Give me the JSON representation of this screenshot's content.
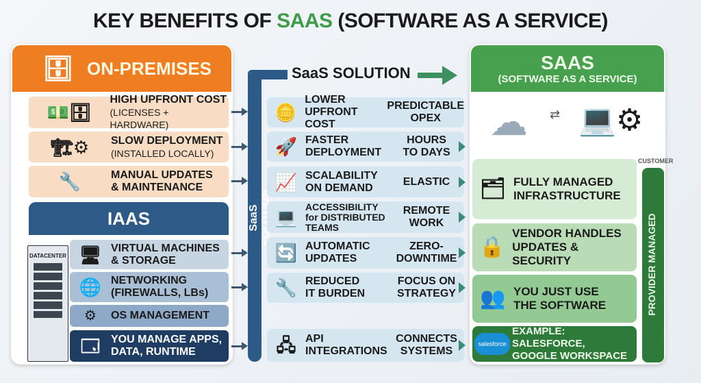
{
  "title": {
    "pre": "KEY BENEFITS OF ",
    "highlight": "SAAS",
    "post": " (SOFTWARE AS A SERVICE)"
  },
  "colors": {
    "orange": "#ef7d22",
    "peach": "#f8dcc4",
    "iaas_blue": "#2d5a87",
    "saas_green": "#46a04d",
    "dark_green": "#2e7a3a",
    "solution_blue": "#d5e6f1"
  },
  "onprem": {
    "header": "ON-PREMISES",
    "icon": "server-lock-icon",
    "rows": [
      {
        "icon": "money-server-icon",
        "title": "HIGH UPFRONT COST",
        "sub": "(LICENSES + HARDWARE)"
      },
      {
        "icon": "crane-gears-icon",
        "title": "SLOW DEPLOYMENT",
        "sub": "(INSTALLED LOCALLY)"
      },
      {
        "icon": "hand-wrench-icon",
        "title": "MANUAL UPDATES",
        "title2": "& MAINTENANCE"
      }
    ]
  },
  "iaas": {
    "header": "IAAS",
    "datacenter": "DATACENTER",
    "rows": [
      {
        "icon": "monitor-cube-icon",
        "line1": "VIRTUAL MACHINES",
        "line2": "& STORAGE"
      },
      {
        "icon": "globe-firewall-icon",
        "line1": "NETWORKING",
        "line2": "(FIREWALLS, LBs)"
      },
      {
        "icon": "gear-icon",
        "line1": "OS MANAGEMENT"
      },
      {
        "icon": "window-database-icon",
        "line1": "YOU MANAGE APPS,",
        "line2": "DATA, RUNTIME"
      }
    ]
  },
  "solution": {
    "label": "SaaS SOLUTION",
    "vertical": "SaaS SOLUTION",
    "rows": [
      {
        "icon": "coins-icon",
        "l1": "LOWER",
        "l2": "UPFRONT COST",
        "r1": "PREDICTABLE",
        "r2": "OPEX"
      },
      {
        "icon": "rocket-icon",
        "l1": "FASTER",
        "l2": "DEPLOYMENT",
        "r1": "HOURS",
        "r2": "TO DAYS"
      },
      {
        "icon": "growth-chart-icon",
        "l1": "SCALABILITY",
        "l2": "ON DEMAND",
        "r1": "ELASTIC",
        "r2": ""
      },
      {
        "icon": "devices-icon",
        "l1": "ACCESSIBILITY",
        "l2": "for DISTRIBUTED",
        "l3": "TEAMS",
        "r1": "REMOTE",
        "r2": "WORK"
      },
      {
        "icon": "sync-icon",
        "l1": "AUTOMATIC",
        "l2": "UPDATES",
        "r1": "ZERO-",
        "r2": "DOWNTIME"
      },
      {
        "icon": "tools-people-icon",
        "l1": "REDUCED",
        "l2": "IT BURDEN",
        "r1": "FOCUS ON",
        "r2": "STRATEGY"
      },
      {
        "icon": "network-tree-icon",
        "l1": "API",
        "l2": "INTEGRATIONS",
        "r1": "CONNECTS",
        "r2": "SYSTEMS"
      }
    ]
  },
  "saas": {
    "header": "SAAS",
    "subheader": "(SOFTWARE AS A SERVICE)",
    "customer": "CUSTOMER",
    "provider": "PROVIDER MANAGED",
    "rows": [
      {
        "icon": "cloud-layers-lock-icon",
        "l1": "FULLY MANAGED",
        "l2": "INFRASTRUCTURE"
      },
      {
        "icon": "sync-lock-icon",
        "l1": "VENDOR HANDLES",
        "l2": "UPDATES & SECURITY"
      },
      {
        "icon": "users-laptop-icon",
        "l1": "YOU JUST USE",
        "l2": "THE SOFTWARE"
      },
      {
        "icon": "salesforce-logo-icon",
        "logo": "salesforce",
        "l1": "EXAMPLE: SALESFORCE,",
        "l2": "GOOGLE WORKSPACE"
      }
    ]
  }
}
